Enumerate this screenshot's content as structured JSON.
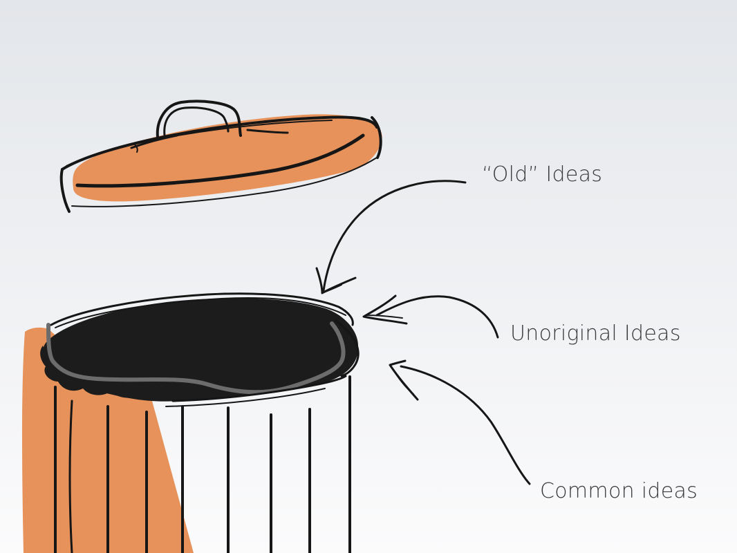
{
  "colors": {
    "accent": "#e6925a",
    "ink": "#161616",
    "trash": "#1c1c1c",
    "band": "#6c6c6c",
    "background_top": "#e3e6ea",
    "background_bottom": "#fbfbfc",
    "label_text": "#3a3a3a"
  },
  "labels": {
    "old_ideas": "“Old” Ideas",
    "unoriginal_ideas": "Unoriginal Ideas",
    "common_ideas": "Common ideas"
  },
  "icons": {
    "lid": "trash-can-lid-icon",
    "can": "trash-can-body-icon",
    "arrow": "hand-drawn-arrow-icon"
  }
}
